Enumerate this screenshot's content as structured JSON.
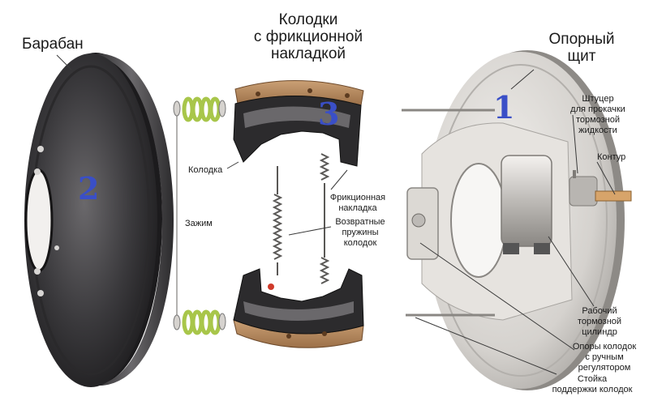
{
  "labels": {
    "drum": "Барабан",
    "shoes_title": [
      "Колодки",
      "с фрикционной",
      "накладкой"
    ],
    "backing_plate": [
      "Опорный",
      "щит"
    ],
    "bleeder": [
      "Штуцер",
      "для прокачки",
      "тормозной",
      "жидкости"
    ],
    "contour": "Контур",
    "shoe": "Колодка",
    "clamp": "Зажим",
    "friction_lining": [
      "Фрикционная",
      "накладка"
    ],
    "return_springs": [
      "Возвратные",
      "пружины",
      "колодок"
    ],
    "wheel_cylinder": [
      "Рабочий",
      "тормозной",
      "цилиндр"
    ],
    "shoe_supports": [
      "Опоры колодок",
      "с ручным",
      "регулятором"
    ],
    "support_post": [
      "Стойка",
      "поддержки колодок"
    ]
  },
  "numbers": {
    "drum": "2",
    "shoes": "3",
    "plate": "1"
  },
  "colors": {
    "number": "#3a4fc7",
    "drum": "#3b3a3c",
    "lining": "#b98a5e",
    "spring": "#a8c64a",
    "plate": "#d9d6d2"
  }
}
